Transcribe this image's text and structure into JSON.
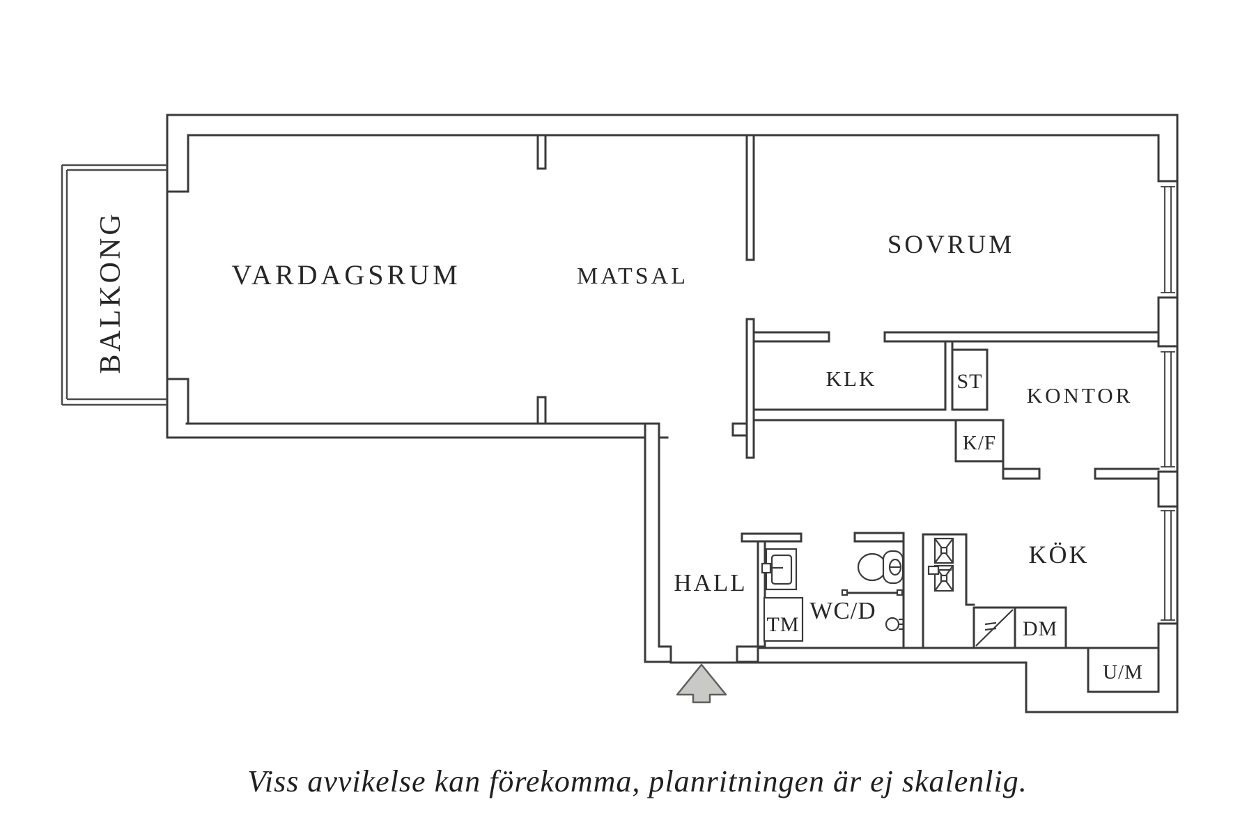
{
  "floorplan": {
    "labels": {
      "balcony": "BALKONG",
      "living_room": "VARDAGSRUM",
      "dining_room": "MATSAL",
      "bedroom": "SOVRUM",
      "closet": "KLK",
      "storage": "ST",
      "office": "KONTOR",
      "fridge_freezer": "K/F",
      "kitchen": "KÖK",
      "hall": "HALL",
      "wc_shower": "WC/D",
      "washing_machine": "TM",
      "dishwasher": "DM",
      "dryer": "U/M"
    },
    "caption": "Viss avvikelse kan förekomma, planritningen är ej skalenlig.",
    "colors": {
      "wall_line": "#3a3a3a",
      "fixture_line": "#3a3a3a",
      "text": "#262626",
      "arrow_fill": "#c9c9c5",
      "arrow_outline": "#5f5f5c",
      "background": "#ffffff"
    }
  }
}
